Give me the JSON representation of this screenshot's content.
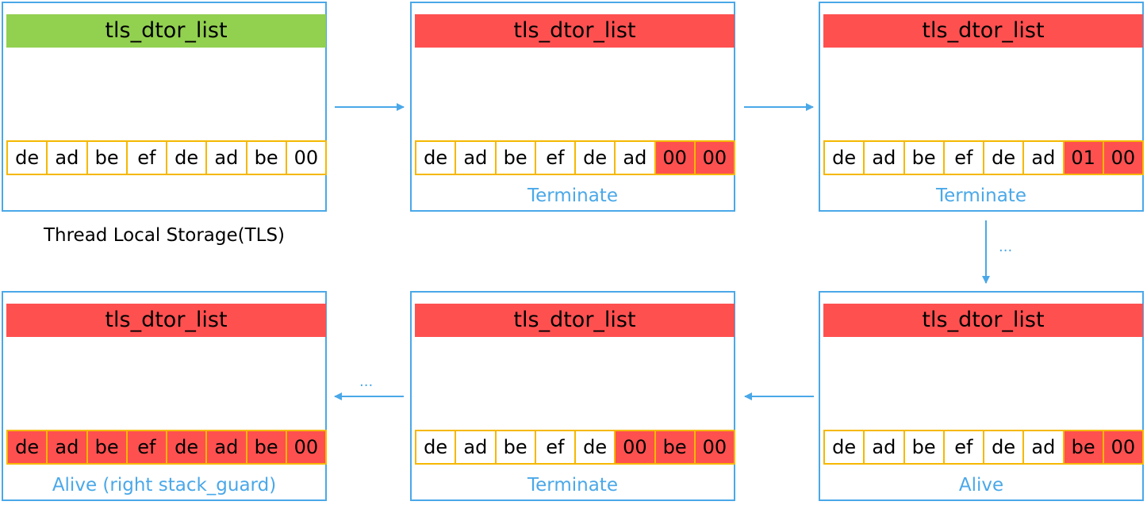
{
  "colors": {
    "frame": "#4aa8e8",
    "byte_border": "#f5b800",
    "header_ok": "#92d050",
    "header_bad": "#ff5050",
    "byte_bad": "#ff5050",
    "status_text": "#4aa8e8"
  },
  "caption": "Thread Local Storage(TLS)",
  "ellipsis": "...",
  "panels": [
    {
      "header": "tls_dtor_list",
      "header_state": "ok",
      "bytes": [
        "de",
        "ad",
        "be",
        "ef",
        "de",
        "ad",
        "be",
        "00"
      ],
      "bad": [
        false,
        false,
        false,
        false,
        false,
        false,
        false,
        false
      ],
      "status": ""
    },
    {
      "header": "tls_dtor_list",
      "header_state": "bad",
      "bytes": [
        "de",
        "ad",
        "be",
        "ef",
        "de",
        "ad",
        "00",
        "00"
      ],
      "bad": [
        false,
        false,
        false,
        false,
        false,
        false,
        true,
        true
      ],
      "status": "Terminate"
    },
    {
      "header": "tls_dtor_list",
      "header_state": "bad",
      "bytes": [
        "de",
        "ad",
        "be",
        "ef",
        "de",
        "ad",
        "01",
        "00"
      ],
      "bad": [
        false,
        false,
        false,
        false,
        false,
        false,
        true,
        true
      ],
      "status": "Terminate"
    },
    {
      "header": "tls_dtor_list",
      "header_state": "bad",
      "bytes": [
        "de",
        "ad",
        "be",
        "ef",
        "de",
        "ad",
        "be",
        "00"
      ],
      "bad": [
        false,
        false,
        false,
        false,
        false,
        false,
        true,
        true
      ],
      "status": "Alive"
    },
    {
      "header": "tls_dtor_list",
      "header_state": "bad",
      "bytes": [
        "de",
        "ad",
        "be",
        "ef",
        "de",
        "00",
        "be",
        "00"
      ],
      "bad": [
        false,
        false,
        false,
        false,
        false,
        true,
        true,
        true
      ],
      "status": "Terminate"
    },
    {
      "header": "tls_dtor_list",
      "header_state": "bad",
      "bytes": [
        "de",
        "ad",
        "be",
        "ef",
        "de",
        "ad",
        "be",
        "00"
      ],
      "bad": [
        true,
        true,
        true,
        true,
        true,
        true,
        true,
        true
      ],
      "status": "Alive (right stack_guard)"
    }
  ]
}
